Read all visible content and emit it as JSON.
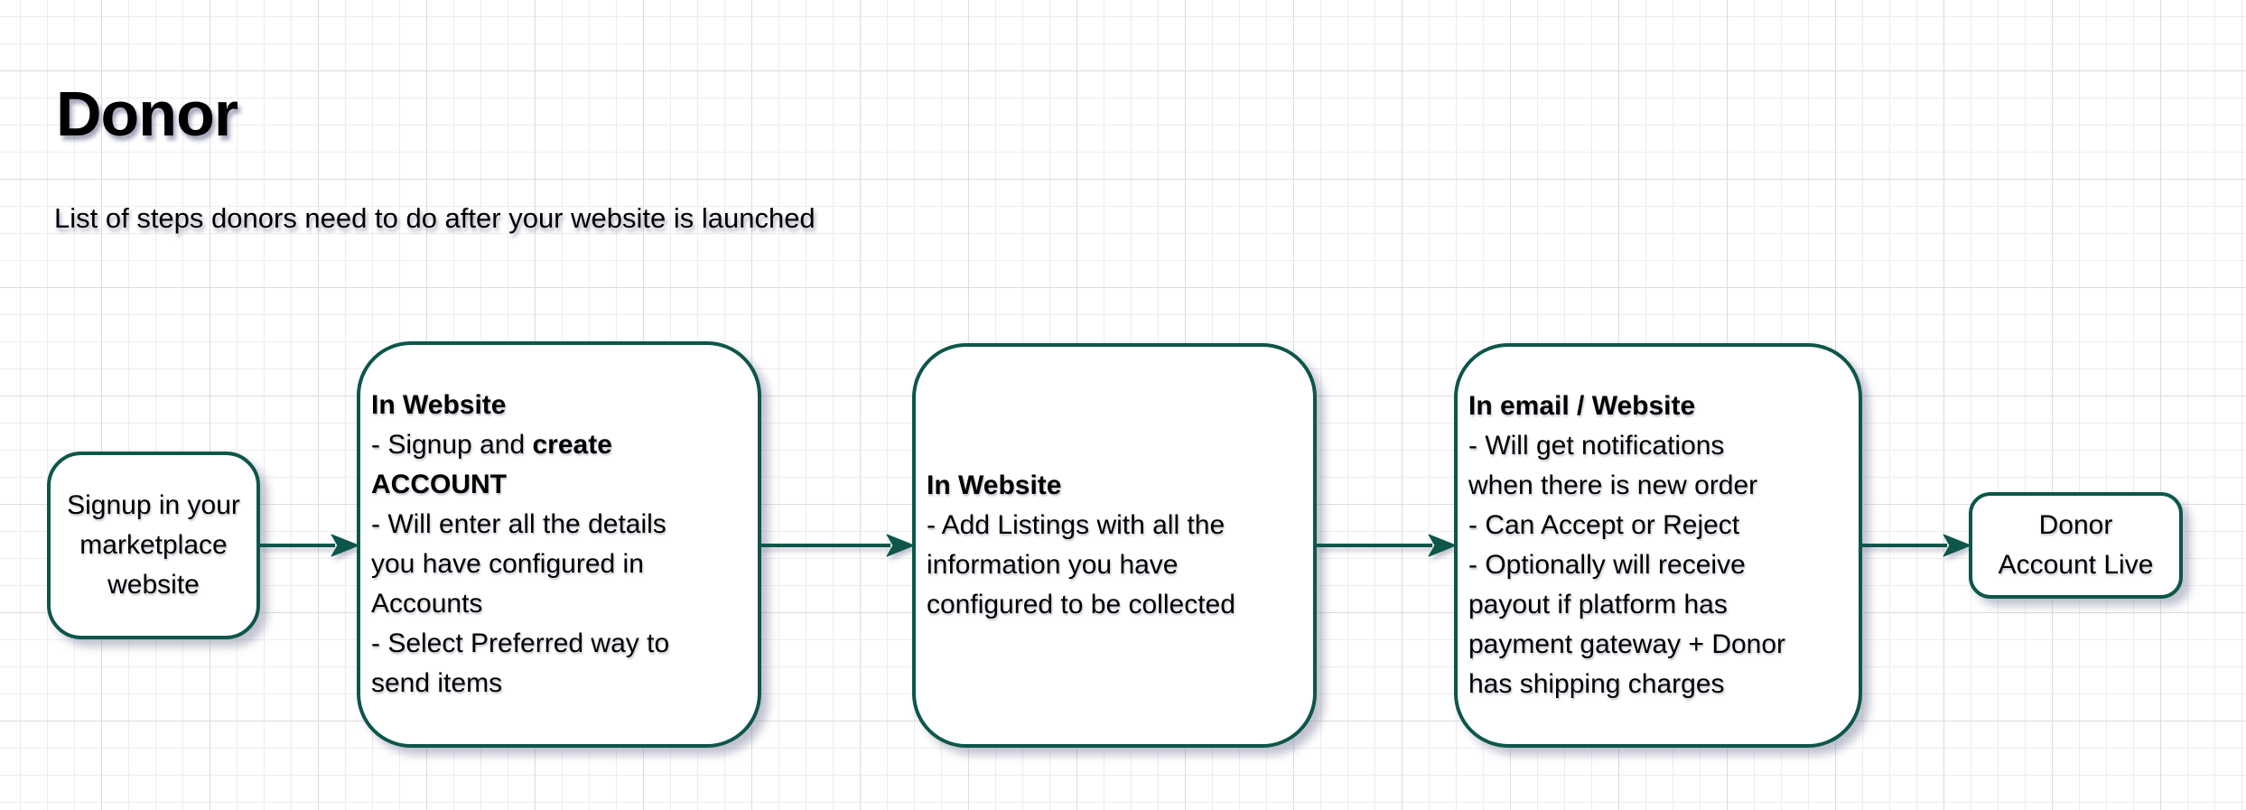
{
  "header": {
    "title": "Donor",
    "subtitle": "List of steps donors need to do after your website is launched"
  },
  "colors": {
    "accent_stroke": "#0d564a",
    "text": "#000000",
    "node_fill": "#ffffff",
    "grid_minor": "#ededf0",
    "grid_major": "#dcdcdf"
  },
  "flow": {
    "nodes": [
      {
        "id": "signup-marketplace",
        "text": "Signup in your\nmarketplace\nwebsite"
      },
      {
        "id": "website-create-account",
        "title": "In Website",
        "body_lead": "\n- Signup and ",
        "body_bold": "create\nACCOUNT",
        "body_rest": "\n- Will enter all the details\nyou have configured in\nAccounts\n- Select Preferred way to\nsend items"
      },
      {
        "id": "website-add-listings",
        "title": "In Website",
        "body": "\n- Add Listings with all the\ninformation you have\nconfigured to be collected"
      },
      {
        "id": "email-website-orders",
        "title": "In email / Website",
        "body": "\n- Will get notifications\nwhen there is new order\n- Can Accept or Reject\n- Optionally will receive\npayout if platform has\npayment gateway + Donor\nhas shipping charges"
      },
      {
        "id": "donor-account-live",
        "text": "Donor\nAccount Live"
      }
    ],
    "connectors": [
      {
        "from": "signup-marketplace",
        "to": "website-create-account"
      },
      {
        "from": "website-create-account",
        "to": "website-add-listings"
      },
      {
        "from": "website-add-listings",
        "to": "email-website-orders"
      },
      {
        "from": "email-website-orders",
        "to": "donor-account-live"
      }
    ]
  }
}
